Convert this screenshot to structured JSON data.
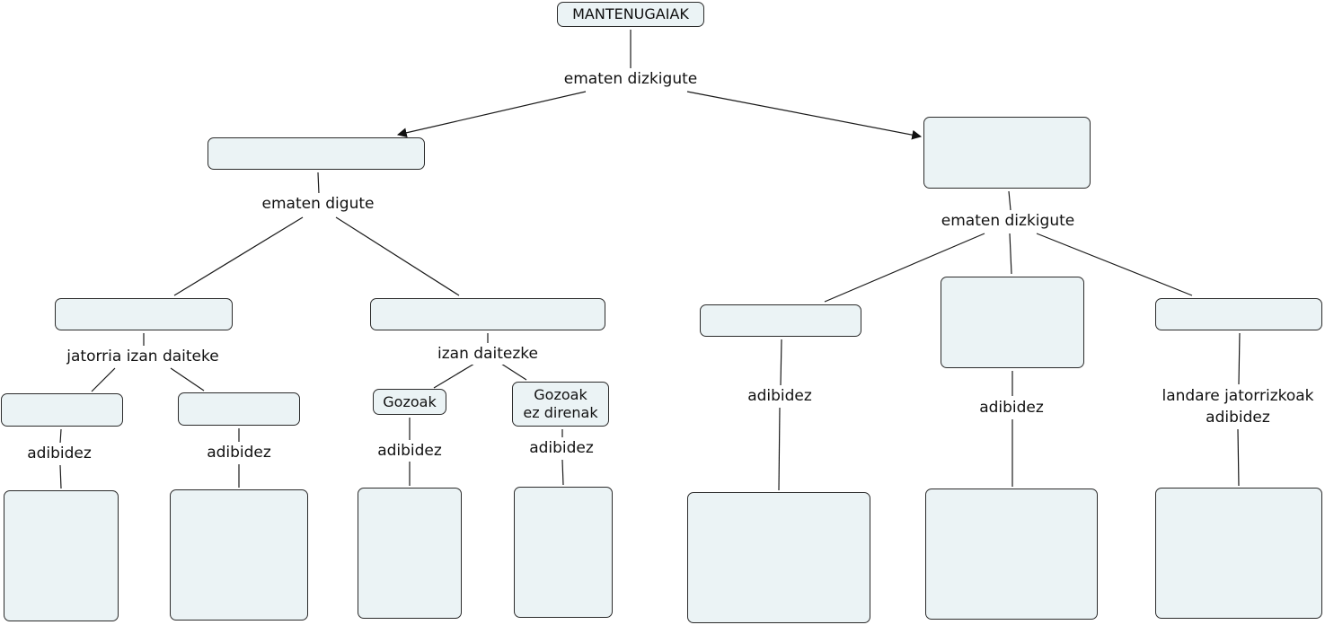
{
  "diagram": {
    "type": "concept-map",
    "colors": {
      "node_fill": "#ebf3f5",
      "node_border": "#2b2b2b",
      "line": "#1a1a1a",
      "background": "#ffffff"
    },
    "nodes": [
      {
        "id": "root",
        "text": "MANTENUGAIAK"
      },
      {
        "id": "l1a",
        "text": ""
      },
      {
        "id": "l1b",
        "text": ""
      },
      {
        "id": "l2a",
        "text": ""
      },
      {
        "id": "l2b",
        "text": ""
      },
      {
        "id": "l2c",
        "text": ""
      },
      {
        "id": "l2d",
        "text": ""
      },
      {
        "id": "l2e",
        "text": ""
      },
      {
        "id": "l3a",
        "text": ""
      },
      {
        "id": "l3b",
        "text": ""
      },
      {
        "id": "l3c",
        "text": "Gozoak"
      },
      {
        "id": "l3d",
        "text": "Gozoak\nez direnak"
      },
      {
        "id": "l4a",
        "text": ""
      },
      {
        "id": "l4b",
        "text": ""
      },
      {
        "id": "l4c",
        "text": ""
      },
      {
        "id": "l4d",
        "text": ""
      },
      {
        "id": "l4e",
        "text": ""
      },
      {
        "id": "l4f",
        "text": ""
      },
      {
        "id": "l4g",
        "text": ""
      }
    ],
    "links": [
      {
        "id": "lk-root",
        "text": "ematen dizkigute",
        "from": "root",
        "to": [
          "l1a",
          "l1b"
        ],
        "arrows": true
      },
      {
        "id": "lk-l1a",
        "text": "ematen digute",
        "from": "l1a",
        "to": [
          "l2a",
          "l2b"
        ]
      },
      {
        "id": "lk-l1b",
        "text": "ematen dizkigute",
        "from": "l1b",
        "to": [
          "l2c",
          "l2d",
          "l2e"
        ]
      },
      {
        "id": "lk-l2a",
        "text": "jatorria izan daiteke",
        "from": "l2a",
        "to": [
          "l3a",
          "l3b"
        ]
      },
      {
        "id": "lk-l2b",
        "text": "izan daitezke",
        "from": "l2b",
        "to": [
          "l3c",
          "l3d"
        ]
      },
      {
        "id": "lk-l3a",
        "text": "adibidez",
        "from": "l3a",
        "to": [
          "l4a"
        ]
      },
      {
        "id": "lk-l3b",
        "text": "adibidez",
        "from": "l3b",
        "to": [
          "l4b"
        ]
      },
      {
        "id": "lk-l3c",
        "text": "adibidez",
        "from": "l3c",
        "to": [
          "l4c"
        ]
      },
      {
        "id": "lk-l3d",
        "text": "adibidez",
        "from": "l3d",
        "to": [
          "l4d"
        ]
      },
      {
        "id": "lk-l2c",
        "text": "adibidez",
        "from": "l2c",
        "to": [
          "l4e"
        ]
      },
      {
        "id": "lk-l2d",
        "text": "adibidez",
        "from": "l2d",
        "to": [
          "l4f"
        ]
      },
      {
        "id": "lk-l2e",
        "text": "landare jatorrizkoak\nadibidez",
        "from": "l2e",
        "to": [
          "l4g"
        ]
      }
    ]
  }
}
